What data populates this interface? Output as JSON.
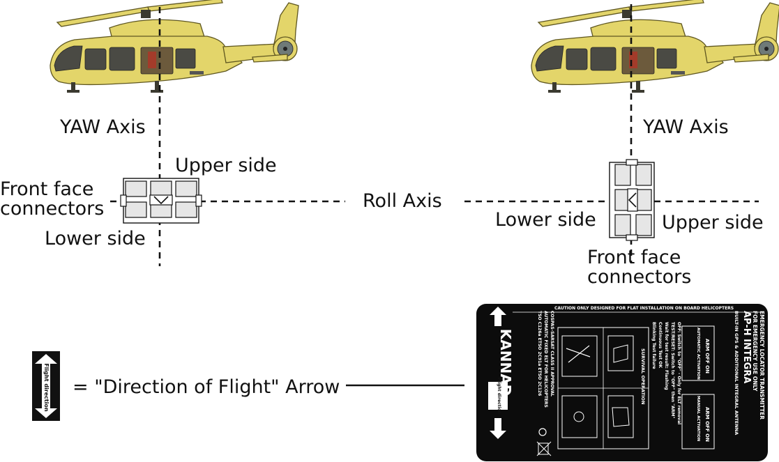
{
  "labels": {
    "yaw_axis_left": "YAW Axis",
    "yaw_axis_right": "YAW Axis",
    "upper_side_left": "Upper side",
    "front_face_left_line1": "Front face",
    "front_face_left_line2": "connectors",
    "lower_side_left": "Lower side",
    "roll_axis": "Roll Axis",
    "lower_side_right": "Lower side",
    "upper_side_right": "Upper side",
    "front_face_right_line1": "Front face",
    "front_face_right_line2": "connectors",
    "legend_text": "= \"Direction of Flight\" Arrow",
    "legend_arrow_text": "Flight direction"
  },
  "label_plate": {
    "caution": "CAUTION ONLY DESIGNED FOR FLAT INSTALLATION ON BOARD HELICOPTERS",
    "brand": "KANNAD",
    "product": "AP-H INTEGRA",
    "title_lines": [
      "EMERGENCY LOCATOR TRANSMITTER",
      "FOR EMERGENCY USE ONLY",
      "BUILT-IN GPS & ADDITIONAL INTEGRAL ANTENNA"
    ],
    "approval_lines": [
      "COSPAS-SARSAT CLASS II APPROVAL",
      "AUTOMATIC FIXED ELT FOR HELICOPTERS",
      "TSO C126a   ETSO 2C91a   ETSO 2C126"
    ],
    "instructions": [
      "OFF: Switch to \"OFF\" - Only for ELT removal",
      "TEST/RESET: Switch to \"OFF\" then \"ARM\"",
      "Wait for test result: Flashing",
      "Continuous   Test OK",
      "Blinking   Test failure"
    ],
    "survival": "SURVIVAL OPERATION",
    "automatic_activation": "AUTOMATIC ACTIVATION",
    "manual_activation": "MANUAL ACTIVATION",
    "switch_states": "ARM OFF ON",
    "flight_direction": "Flight direction"
  }
}
